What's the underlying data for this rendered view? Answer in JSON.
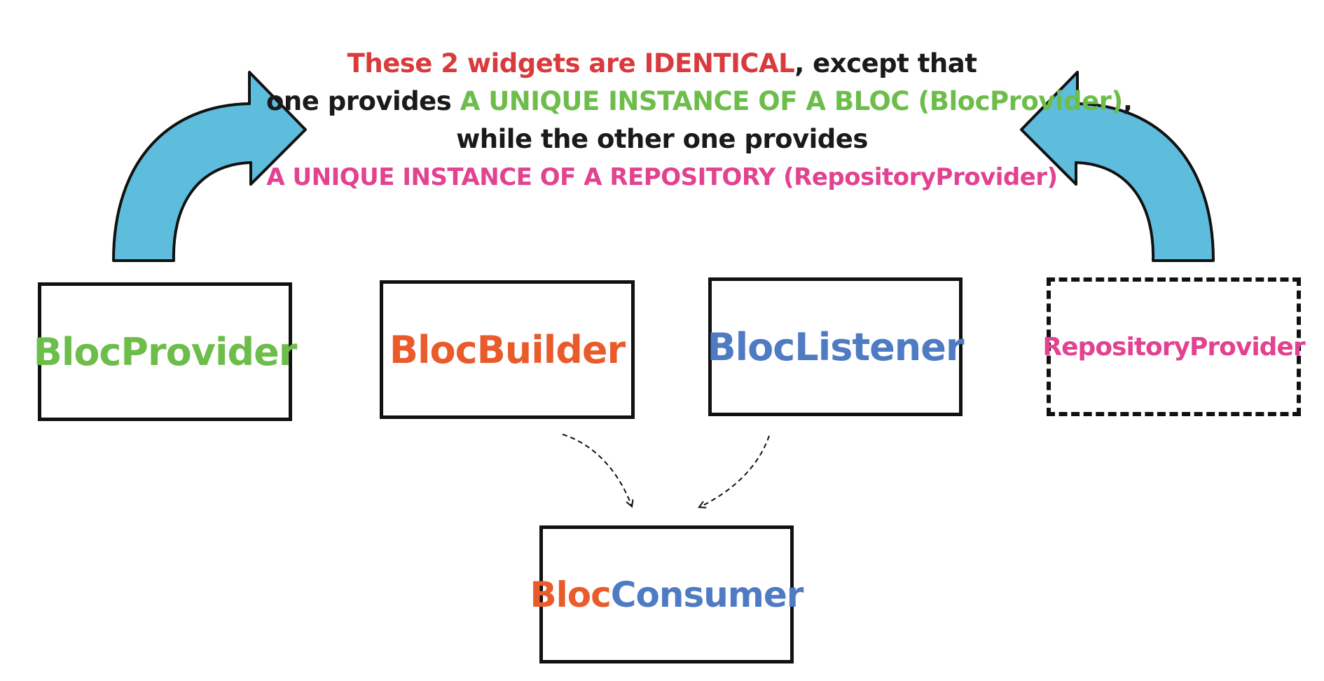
{
  "colors": {
    "red": "#d93a3d",
    "dark": "#1a1a1a",
    "green": "#6dbd4a",
    "pink": "#e2428f",
    "orange": "#ea5b2c",
    "blue": "#4f7bc3",
    "arrow_fill": "#5ebcdd",
    "outline": "#111111"
  },
  "caption": {
    "line1": {
      "part1": "These 2 widgets are ",
      "part2": "IDENTICAL",
      "part3": ", except that"
    },
    "line2": {
      "part1": "one provides ",
      "part2": "A UNIQUE INSTANCE OF A BLOC (BlocProvider)",
      "part3": ","
    },
    "line3": "while the other one provides",
    "line4": "A UNIQUE INSTANCE OF A REPOSITORY (RepositoryProvider)"
  },
  "boxes": {
    "bloc_provider": "BlocProvider",
    "bloc_builder": "BlocBuilder",
    "bloc_listener": "BlocListener",
    "repository_provider": "RepositoryProvider",
    "bloc_consumer": {
      "part1": "Bloc",
      "part2": "Consumer"
    }
  },
  "icons": {
    "left_arrow": "curved-arrow-up-right-icon",
    "right_arrow": "curved-arrow-up-left-icon",
    "builder_connector": "dashed-arrow-down-right-icon",
    "listener_connector": "dashed-arrow-down-left-icon"
  }
}
